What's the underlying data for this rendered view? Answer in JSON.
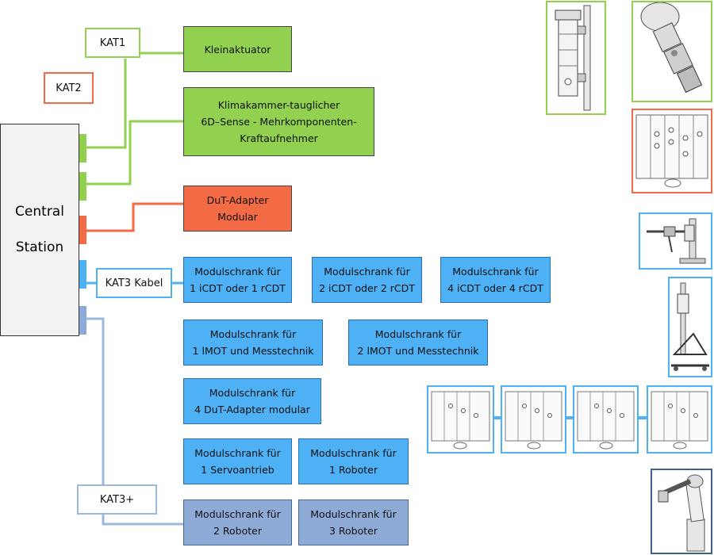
{
  "colors": {
    "kat1": "#92d050",
    "kat2": "#f26b45",
    "kat3": "#4fb1f5",
    "kat3plus": "#9db8dd",
    "kat3plus_dark": "#3f5f8f"
  },
  "central_station": {
    "label": "Central\nStation"
  },
  "kat_labels": {
    "kat1": "KAT1",
    "kat2": "KAT2",
    "kat3": "KAT3 Kabel",
    "kat3plus": "KAT3+"
  },
  "modules": {
    "kleinaktuator": "Kleinaktuator",
    "klimakammer": "Klimakammer-tauglicher\n6D–Sense - Mehrkomponenten-\nKraftaufnehmer",
    "dut_adapter": "DuT-Adapter\nModular",
    "icdt1": "Modulschrank für\n1 iCDT oder 1 rCDT",
    "icdt2": "Modulschrank für\n2 iCDT oder 2 rCDT",
    "icdt4": "Modulschrank für\n4 iCDT oder 4 rCDT",
    "lmot1": "Modulschrank für\n1 lMOT und Messtechnik",
    "lmot2": "Modulschrank für\n2 lMOT und Messtechnik",
    "dut4": "Modulschrank für\n4 DuT-Adapter modular",
    "servo1": "Modulschrank für\n1 Servoantrieb",
    "robot1": "Modulschrank für\n1 Roboter",
    "robot2": "Modulschrank für\n2 Roboter",
    "robot3": "Modulschrank für\n3 Roboter"
  },
  "thumbnails": {
    "actuator_clamp": "actuator-clamp-image",
    "gripper": "gripper-image",
    "rack_red": "rack-image",
    "test_rig": "test-rig-image",
    "stand": "stand-image",
    "rack_chain": "rack-image",
    "robot_arm": "robot-arm-image"
  }
}
